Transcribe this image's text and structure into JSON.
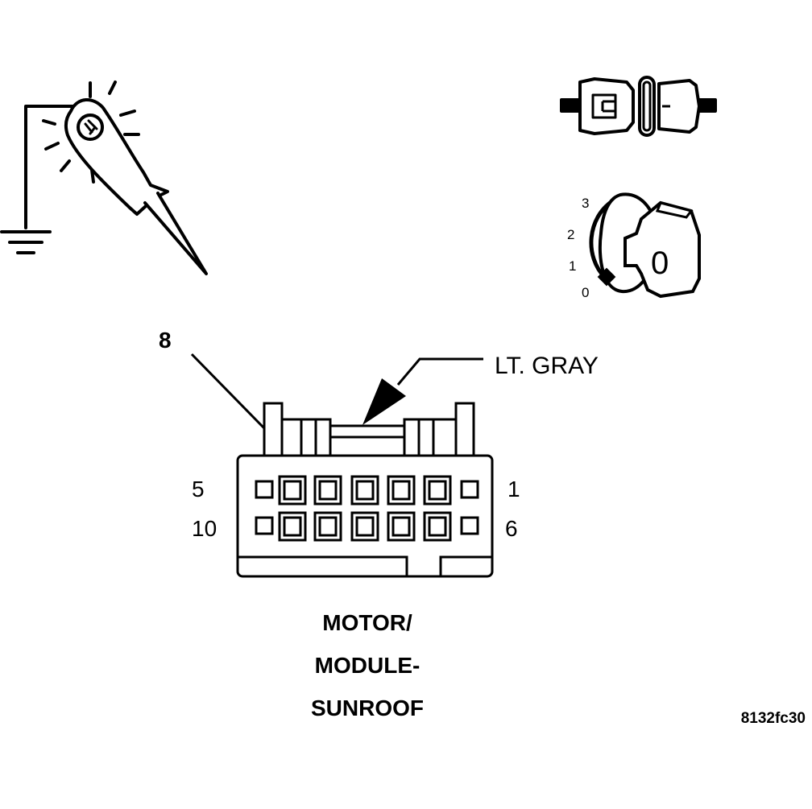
{
  "colors": {
    "ink": "#000000",
    "paper": "#ffffff"
  },
  "icons": {
    "test_light": "test-light-to-ground-icon",
    "ground": "ground-symbol-icon",
    "connector_disconnect": "connector-disconnect-icon",
    "ignition": "ignition-key-icon"
  },
  "ignition_switch": {
    "positions": [
      "3",
      "2",
      "1",
      "0"
    ],
    "key_label": "0"
  },
  "probe": {
    "pin_number": "8"
  },
  "connector": {
    "color_label": "LT. GRAY",
    "pin_top_left": "5",
    "pin_top_right": "1",
    "pin_bottom_left": "10",
    "pin_bottom_right": "6",
    "name_lines": [
      "MOTOR/",
      "MODULE-",
      "SUNROOF"
    ]
  },
  "figure_id": "8132fc30"
}
